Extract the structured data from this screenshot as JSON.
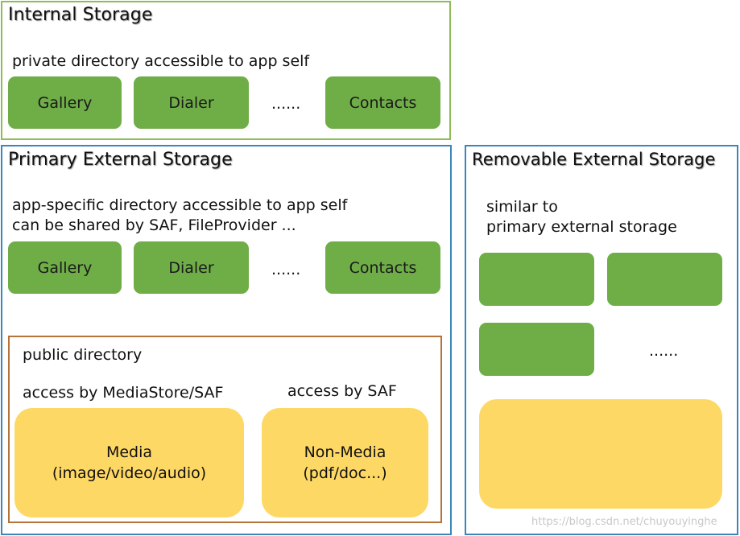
{
  "internal": {
    "title": "Internal Storage",
    "desc": "private directory accessible to app self",
    "apps": [
      "Gallery",
      "Dialer",
      "Contacts"
    ],
    "ellipsis": "......"
  },
  "primary": {
    "title": "Primary External Storage",
    "desc_line1": "app-specific directory accessible to app self",
    "desc_line2": "can be shared by SAF, FileProvider ...",
    "apps": [
      "Gallery",
      "Dialer",
      "Contacts"
    ],
    "ellipsis": "......",
    "public": {
      "title": "public directory",
      "access_media": "access by MediaStore/SAF",
      "access_nonmedia": "access by SAF",
      "media_line1": "Media",
      "media_line2": "(image/video/audio)",
      "nonmedia_line1": "Non-Media",
      "nonmedia_line2": "(pdf/doc...)"
    }
  },
  "removable": {
    "title": "Removable External Storage",
    "desc_line1": "similar to",
    "desc_line2": "primary external storage",
    "ellipsis": "......"
  },
  "watermark": "https://blog.csdn.net/chuyouyinghe",
  "colors": {
    "app_green": "#6fad47",
    "public_yellow": "#fed864",
    "internal_border": "#8fbc58",
    "external_border": "#3a86b8",
    "public_border": "#b5733a"
  }
}
